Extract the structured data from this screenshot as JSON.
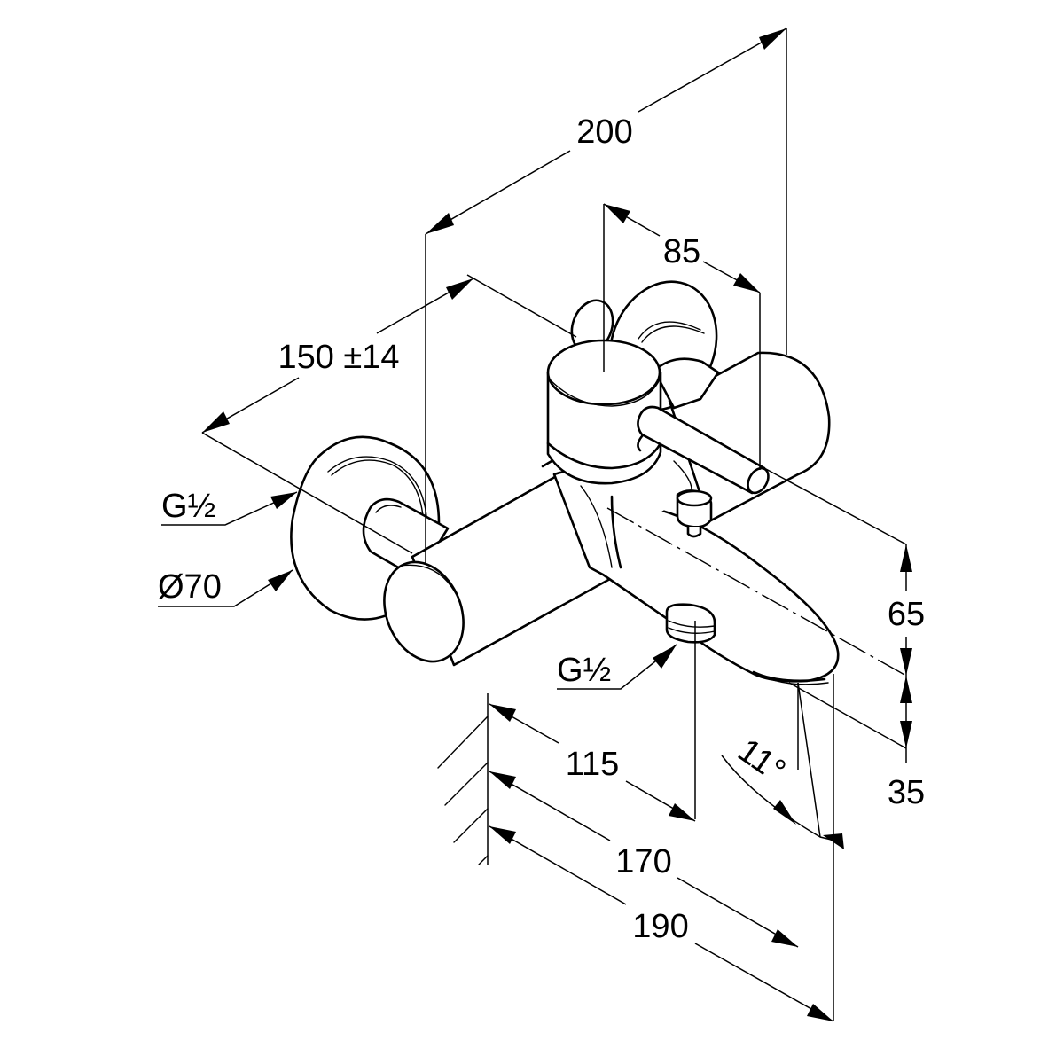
{
  "drawing": {
    "subject": "Wall-mounted bath mixer with spout and diverter",
    "line_color": "#000000",
    "background_color": "#ffffff"
  },
  "dimensions": {
    "overall_width": "200",
    "handle_offset": "85",
    "connection_centres": "150 ±14",
    "inlet_thread": "G½",
    "escutcheon_diameter": "Ø70",
    "outlet_thread": "G½",
    "height_above_spout": "65",
    "height_below_spout": "35",
    "outlet_projection": "115",
    "spout_projection": "170",
    "total_projection": "190",
    "spout_angle": "11°"
  }
}
